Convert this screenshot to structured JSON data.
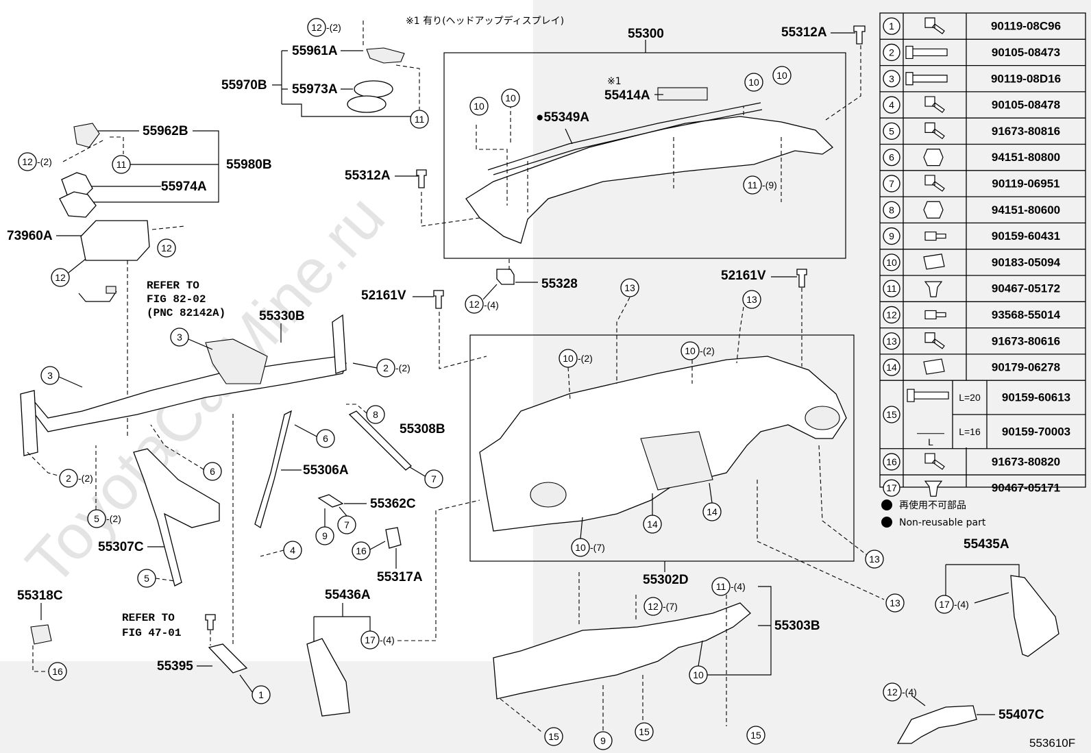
{
  "watermark": "ToyotaCarMine.ru",
  "footer_code": "553610F",
  "note": "※1 有り(ヘッドアップディスプレイ)",
  "note_mark": "※1",
  "legend": {
    "jp": "再使用不可部品",
    "en": "Non-reusable part"
  },
  "refer1": {
    "l1": "REFER TO",
    "l2": "FIG 82-02",
    "l3": "(PNC 82142A)"
  },
  "refer2": {
    "l1": "REFER TO",
    "l2": "FIG 47-01"
  },
  "pnc": {
    "p55300": "55300",
    "p55312A_top": "55312A",
    "p55312A_mid": "55312A",
    "p55414A": "55414A",
    "p55349A": "●55349A",
    "p55328": "55328",
    "p52161V_l": "52161V",
    "p52161V_r": "52161V",
    "p55961A": "55961A",
    "p55970B": "55970B",
    "p55973A": "55973A",
    "p55962B": "55962B",
    "p55980B": "55980B",
    "p55974A": "55974A",
    "p73960A": "73960A",
    "p55330B": "55330B",
    "p55308B": "55308B",
    "p55306A": "55306A",
    "p55362C": "55362C",
    "p55307C": "55307C",
    "p55317A": "55317A",
    "p55318C": "55318C",
    "p55436A": "55436A",
    "p55395": "55395",
    "p55302D": "55302D",
    "p55303B": "55303B",
    "p55435A": "55435A",
    "p55407C": "55407C"
  },
  "qty": {
    "q2": "-(2)",
    "q4": "-(4)",
    "q7": "-(7)",
    "q9": "-(9)"
  },
  "table": {
    "rows": [
      {
        "n": "1",
        "part": "90119-08C96",
        "icon": "flange-bolt-icon"
      },
      {
        "n": "2",
        "part": "90105-08473",
        "icon": "long-bolt-icon"
      },
      {
        "n": "3",
        "part": "90119-08D16",
        "icon": "long-bolt-icon"
      },
      {
        "n": "4",
        "part": "90105-08478",
        "icon": "flange-bolt-icon"
      },
      {
        "n": "5",
        "part": "91673-80816",
        "icon": "flange-bolt-icon"
      },
      {
        "n": "6",
        "part": "94151-80800",
        "icon": "nut-icon"
      },
      {
        "n": "7",
        "part": "90119-06951",
        "icon": "flange-bolt-icon"
      },
      {
        "n": "8",
        "part": "94151-80600",
        "icon": "nut-icon"
      },
      {
        "n": "9",
        "part": "90159-60431",
        "icon": "screw-icon"
      },
      {
        "n": "10",
        "part": "90183-05094",
        "icon": "clip-nut-icon"
      },
      {
        "n": "11",
        "part": "90467-05172",
        "icon": "push-clip-icon"
      },
      {
        "n": "12",
        "part": "93568-55014",
        "icon": "screw-icon"
      },
      {
        "n": "13",
        "part": "91673-80616",
        "icon": "flange-bolt-icon"
      },
      {
        "n": "14",
        "part": "90179-06278",
        "icon": "clip-nut-icon"
      },
      {
        "n": "15",
        "part": "",
        "icon": "long-bolt-icon",
        "variants": [
          {
            "len": "L=20",
            "part": "90159-60613"
          },
          {
            "len": "L=16",
            "part": "90159-70003"
          }
        ],
        "dim_label": "L"
      },
      {
        "n": "16",
        "part": "91673-80820",
        "icon": "flange-bolt-icon"
      },
      {
        "n": "17",
        "part": "90467-05171",
        "icon": "push-clip-icon"
      }
    ]
  }
}
